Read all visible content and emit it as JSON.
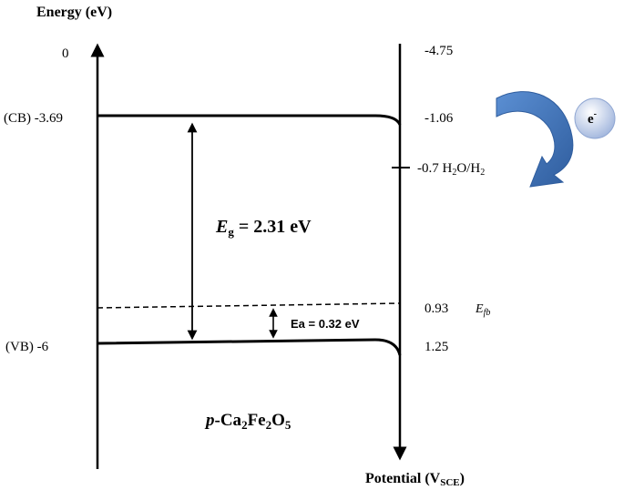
{
  "left_axis": {
    "title": "Energy (eV)",
    "ticks": [
      {
        "label": "0",
        "value": 0
      },
      {
        "label": "(CB) -3.69",
        "value": -3.69
      },
      {
        "label": "(VB) -6",
        "value": -6
      }
    ]
  },
  "right_axis": {
    "title_main": "Potential (V",
    "title_sub": "SCE",
    "title_close": ")",
    "ticks": [
      {
        "label": "-4.75",
        "value": -4.75
      },
      {
        "label": "-1.06",
        "value": -1.06
      },
      {
        "label": "0.93",
        "value": 0.93
      },
      {
        "label": "1.25",
        "value": 1.25
      }
    ],
    "redox": {
      "value_label": "-0.7",
      "couple_a": "H",
      "couple_sub_a": "2",
      "couple_b": "O/H",
      "couple_sub_b": "2"
    },
    "flatband": {
      "symbol": "E",
      "sub": "fb"
    }
  },
  "band_gap": {
    "symbol": "E",
    "sub": "g",
    "text": " = 2.31 eV",
    "value_ev": 2.31
  },
  "activation_energy": {
    "text": "Ea = 0.32 eV",
    "value_ev": 0.32
  },
  "material": {
    "prefix": "p",
    "parts": [
      {
        "t": "-Ca",
        "sub": false
      },
      {
        "t": "2",
        "sub": true
      },
      {
        "t": "Fe",
        "sub": false
      },
      {
        "t": "2",
        "sub": true
      },
      {
        "t": "O",
        "sub": false
      },
      {
        "t": "5",
        "sub": true
      }
    ]
  },
  "electron": {
    "symbol": "e",
    "sup": "-"
  },
  "colors": {
    "arrow_blue": "#4a7fc6",
    "arrow_dark": "#2f5d9e",
    "electron_fill": "#b9c9e6"
  }
}
